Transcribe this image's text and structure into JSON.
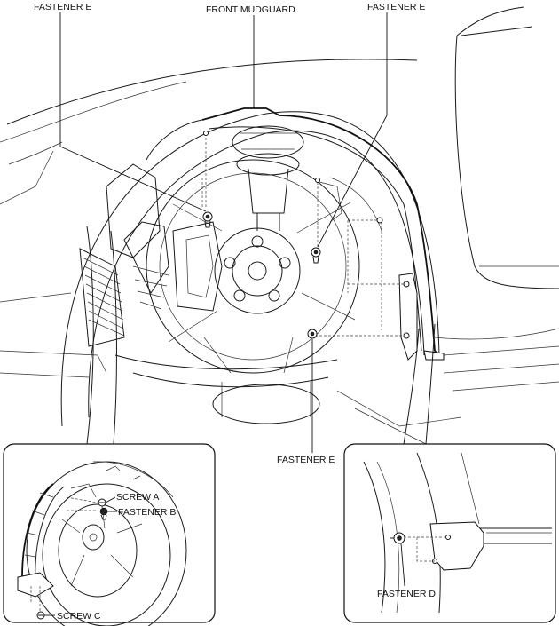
{
  "labels": {
    "fastener_e_top_left": "FASTENER E",
    "front_mudguard": "FRONT MUDGUARD",
    "fastener_e_top_right": "FASTENER E",
    "fastener_e_bottom": "FASTENER E",
    "screw_a": "SCREW A",
    "fastener_b": "FASTENER B",
    "screw_c": "SCREW C",
    "fastener_d": "FASTENER D"
  }
}
